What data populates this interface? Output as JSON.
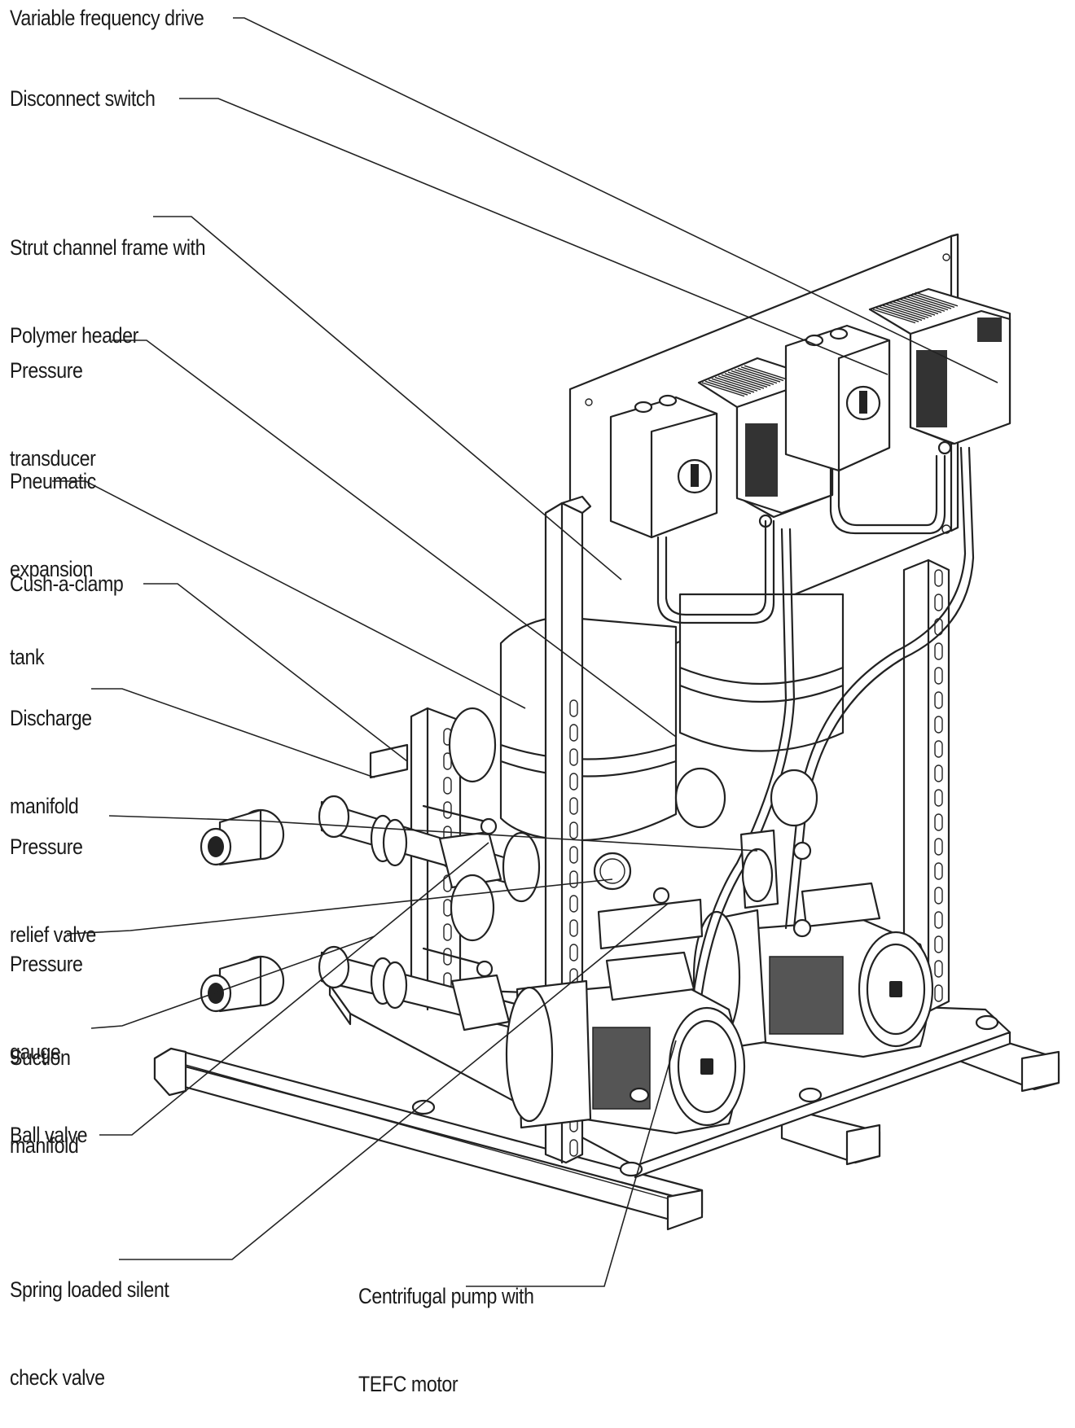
{
  "diagram": {
    "labels": {
      "vfd": "Variable frequency drive",
      "disconnect": "Disconnect switch",
      "strut_l1": "Strut channel frame with",
      "strut_l2": "Polymer header",
      "transducer_l1": "Pressure",
      "transducer_l2": "transducer",
      "tank_l1": "Pneumatic",
      "tank_l2": "expansion",
      "tank_l3": "tank",
      "clamp": "Cush-a-clamp",
      "discharge_l1": "Discharge",
      "discharge_l2": "manifold",
      "relief_l1": "Pressure",
      "relief_l2": "relief valve",
      "gauge_l1": "Pressure",
      "gauge_l2": "gauge",
      "suction_l1": "Suction",
      "suction_l2": "manifold",
      "ball_valve": "Ball valve",
      "check_l1": "Spring loaded silent",
      "check_l2": "check valve",
      "pump_l1": "Centrifugal pump with",
      "pump_l2": "TEFC motor"
    },
    "colors": {
      "line": "#222222",
      "background": "#ffffff"
    }
  }
}
